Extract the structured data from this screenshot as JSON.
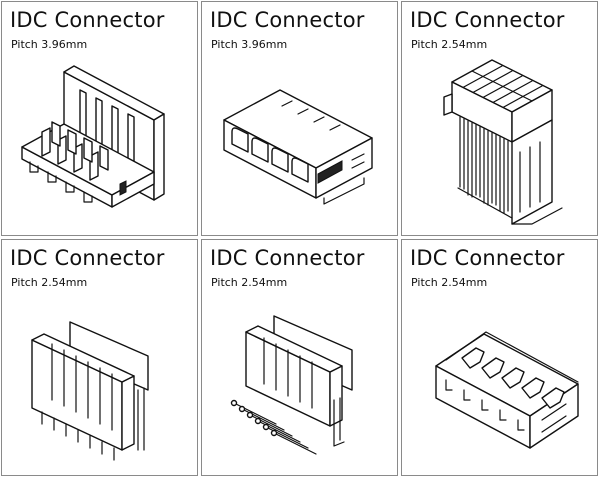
{
  "products": [
    {
      "title": "IDC Connector",
      "pitch": "Pitch 3.96mm",
      "icon": "idc-396-housing-icon"
    },
    {
      "title": "IDC Connector",
      "pitch": "Pitch 3.96mm",
      "icon": "idc-396-block-icon"
    },
    {
      "title": "IDC Connector",
      "pitch": "Pitch 2.54mm",
      "icon": "idc-254-dual-row-icon"
    },
    {
      "title": "IDC Connector",
      "pitch": "Pitch 2.54mm",
      "icon": "idc-254-straight-header-icon"
    },
    {
      "title": "IDC Connector",
      "pitch": "Pitch 2.54mm",
      "icon": "idc-254-right-angle-header-icon"
    },
    {
      "title": "IDC Connector",
      "pitch": "Pitch 2.54mm",
      "icon": "idc-254-latched-housing-icon"
    }
  ]
}
